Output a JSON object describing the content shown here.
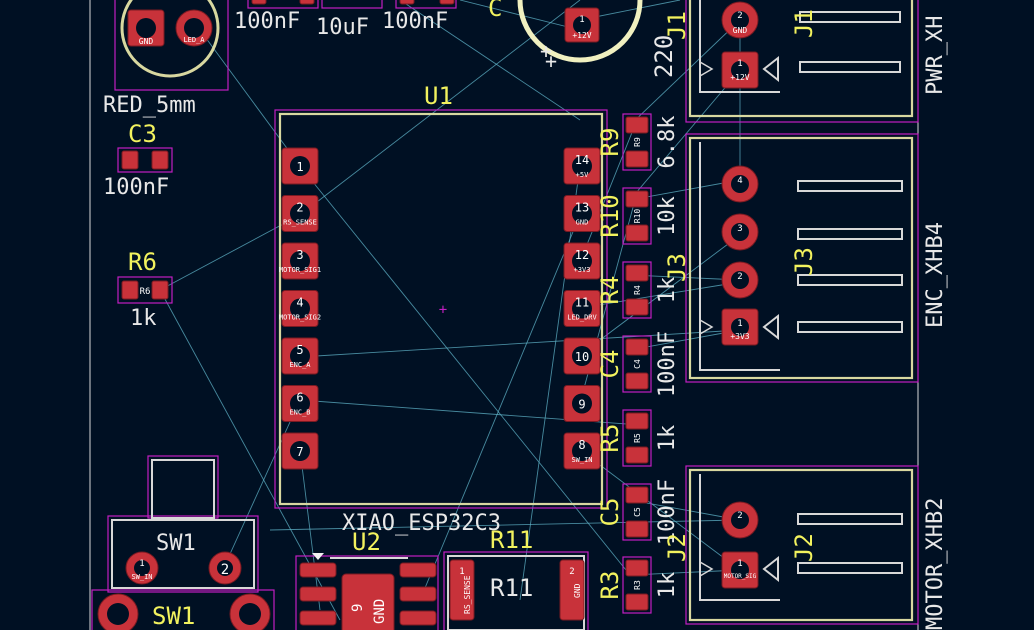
{
  "board": {
    "colors": {
      "background": "#001023",
      "silkscreen": "#e8e8e8",
      "reference": "#f2f25e",
      "courtyard": "#c21fc1",
      "pad": "#c8323a",
      "ratsnest": "#5fb3c8"
    },
    "top": {
      "cap_values": [
        "100nF",
        "10uF",
        "100nF"
      ],
      "c_partial": "C",
      "cap_220": "220",
      "led_value": "RED_5mm",
      "led_pad_gnd": "GND",
      "led_pad_2": "LED_A"
    },
    "c3": {
      "ref": "C3",
      "value": "100nF"
    },
    "r6": {
      "ref": "R6",
      "value": "1k",
      "pad_label": "R6"
    },
    "u1": {
      "ref": "U1",
      "value": "XIAO_ESP32C3",
      "left_pins": [
        {
          "num": "1",
          "net": ""
        },
        {
          "num": "2",
          "net": "RS_SENSE"
        },
        {
          "num": "3",
          "net": "MOTOR_SIG1"
        },
        {
          "num": "4",
          "net": "MOTOR_SIG2"
        },
        {
          "num": "5",
          "net": "ENC_A"
        },
        {
          "num": "6",
          "net": "ENC_B"
        },
        {
          "num": "7",
          "net": ""
        }
      ],
      "right_pins": [
        {
          "num": "14",
          "net": "+5V"
        },
        {
          "num": "13",
          "net": "GND"
        },
        {
          "num": "12",
          "net": "+3V3"
        },
        {
          "num": "11",
          "net": "LED_DRV"
        },
        {
          "num": "10",
          "net": ""
        },
        {
          "num": "9",
          "net": ""
        },
        {
          "num": "8",
          "net": "SW_IN"
        }
      ]
    },
    "resistors": [
      {
        "ref": "R9",
        "value": "6.8k",
        "pad": "R9"
      },
      {
        "ref": "R10",
        "value": "10k",
        "pad": "R10"
      },
      {
        "ref": "R4",
        "value": "1k",
        "pad": "R4"
      },
      {
        "ref": "C4",
        "value": "100nF",
        "pad": "C4"
      },
      {
        "ref": "R5",
        "value": "1k",
        "pad": "R5"
      },
      {
        "ref": "C5",
        "value": "100nF",
        "pad": "C5"
      },
      {
        "ref": "R3",
        "value": "1k",
        "pad": "R3"
      }
    ],
    "j1": {
      "ref": "J1",
      "value": "PWR_XH",
      "pins": [
        "GND",
        "+12V"
      ],
      "pin_nums": [
        "2",
        "1"
      ]
    },
    "j3": {
      "ref": "J3",
      "value": "ENC_XHB4",
      "pins": [
        "",
        "",
        "",
        "+3V3"
      ],
      "pin_nums": [
        "4",
        "3",
        "2",
        "1"
      ]
    },
    "j2": {
      "ref": "J2",
      "value": "MOTOR_XHB2",
      "pins": [
        "",
        "MOTOR_SIG"
      ],
      "pin_nums": [
        "2",
        "1"
      ]
    },
    "sw1": {
      "ref": "SW1",
      "value": "SW1",
      "pad1": "SW_IN",
      "pin_nums": [
        "1",
        "2"
      ]
    },
    "u2": {
      "ref": "U2",
      "pin9": "9",
      "pin9_net": "GND"
    },
    "r11": {
      "ref": "R11",
      "value": "R11",
      "pad1": "RS_SENSE",
      "pad2": "GND",
      "pin_nums": [
        "1",
        "2"
      ]
    },
    "cap_pad": "+12V",
    "cap_pad_num": "1"
  }
}
